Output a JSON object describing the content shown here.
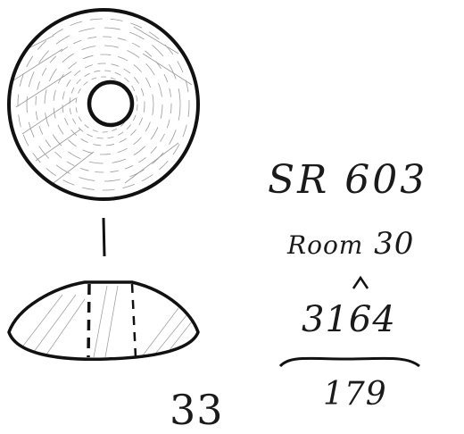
{
  "annotations": {
    "inventory_id": "SR 603",
    "room_word": "Room",
    "room_number": "30",
    "catalogue_number": "3164",
    "sub_number": "179",
    "figure_number": "33"
  },
  "colors": {
    "ink": "#1a1a1a",
    "shading": "#6a6a6a",
    "paper": "#ffffff"
  }
}
